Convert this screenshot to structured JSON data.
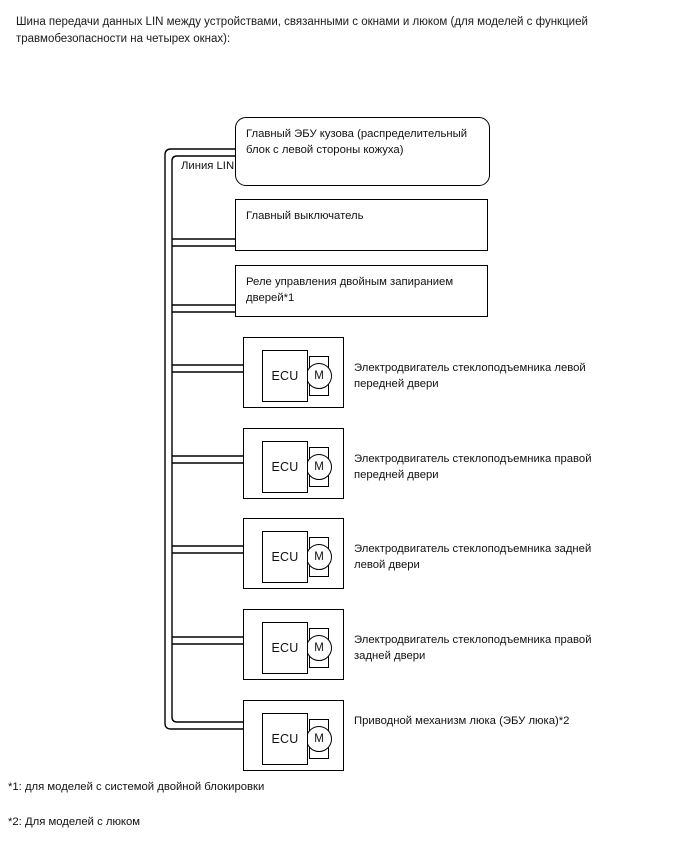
{
  "intro": {
    "text": "Шина передачи данных LIN между устройствами, связанными с окнами и люком (для моделей с функцией травмобезопасности на четырех окнах):"
  },
  "bus": {
    "label": "Линия LIN",
    "color": "#000000"
  },
  "nodes": [
    {
      "id": "body-ecu",
      "text": "Главный ЭБУ кузова (распределительный блок с левой стороны кожуха)",
      "shape": "rounded-rect"
    },
    {
      "id": "main-switch",
      "text": "Главный выключатель",
      "shape": "rect"
    },
    {
      "id": "double-lock-relay",
      "text": "Реле управления двойным запиранием дверей*1",
      "shape": "rect"
    }
  ],
  "ecu_nodes": [
    {
      "id": "front-left-window-motor",
      "ecu_label": "ECU",
      "motor_label": "M",
      "side_label": "Электродвигатель стеклоподъемника левой передней двери"
    },
    {
      "id": "front-right-window-motor",
      "ecu_label": "ECU",
      "motor_label": "M",
      "side_label": "Электродвигатель стеклоподъемника правой передней двери"
    },
    {
      "id": "rear-left-window-motor",
      "ecu_label": "ECU",
      "motor_label": "M",
      "side_label": "Электродвигатель стеклоподъемника задней левой двери"
    },
    {
      "id": "rear-right-window-motor",
      "ecu_label": "ECU",
      "motor_label": "M",
      "side_label": "Электродвигатель стеклоподъемника правой задней двери"
    },
    {
      "id": "moon-roof-drive",
      "ecu_label": "ECU",
      "motor_label": "M",
      "side_label": "Приводной механизм люка (ЭБУ люка)*2"
    }
  ],
  "footnotes": [
    {
      "id": "note-1",
      "text": "*1: для моделей с системой двойной блокировки"
    },
    {
      "id": "note-2",
      "text": "*2: Для моделей с люком"
    }
  ]
}
